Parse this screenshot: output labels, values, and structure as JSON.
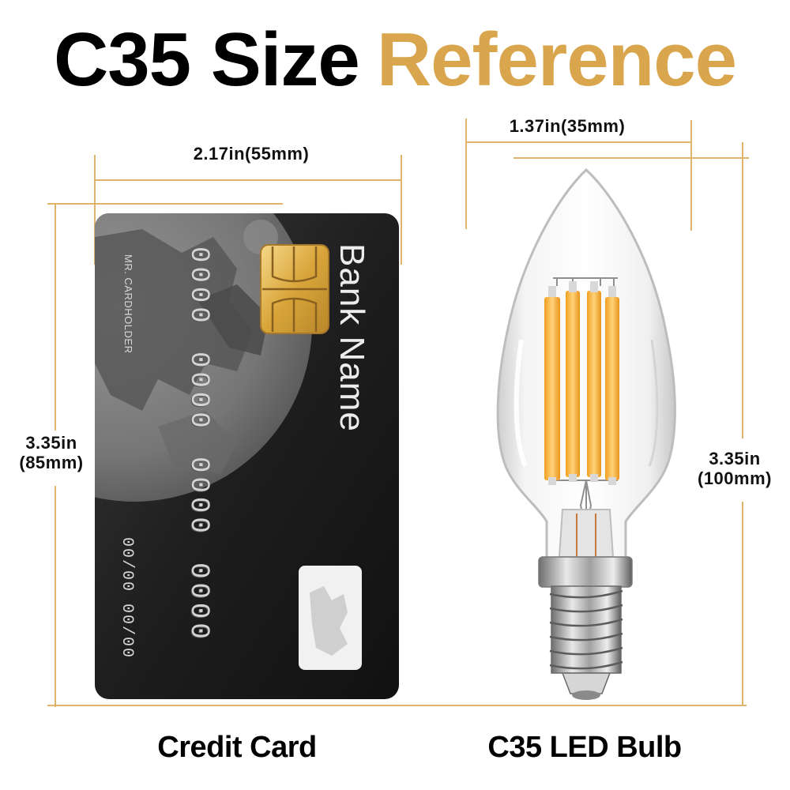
{
  "title": {
    "part1": "C35 Size",
    "part2": "Reference",
    "part2_color": "#d9a64e"
  },
  "card": {
    "width_label": "2.17in(55mm)",
    "height_label_line1": "3.35in",
    "height_label_line2": "(85mm)",
    "bank_name": "Bank Name",
    "holder": "MR. CARDHOLDER",
    "number_groups": [
      "0000",
      "0000",
      "0000",
      "0000"
    ],
    "expiry": "00/00  00/00",
    "caption": "Credit Card"
  },
  "bulb": {
    "width_label": "1.37in(35mm)",
    "height_label_line1": "3.35in",
    "height_label_line2": "(100mm)",
    "caption": "C35 LED Bulb"
  },
  "colors": {
    "dimension_line": "#e0b46a",
    "filament": "#f5a623",
    "card_body": "#1c1c1c"
  }
}
